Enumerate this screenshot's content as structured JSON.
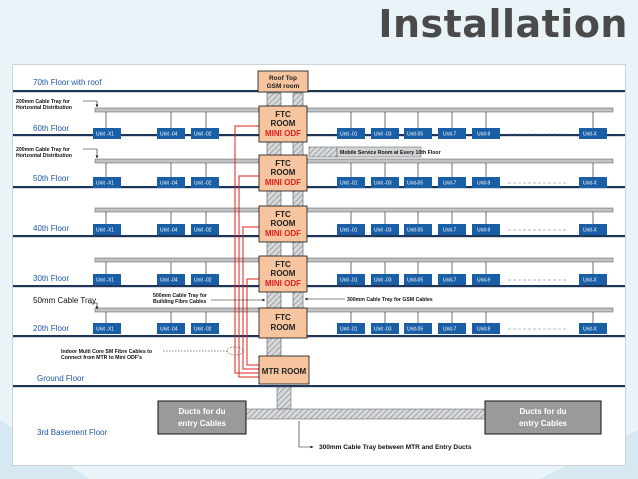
{
  "slide": {
    "title": "Installation"
  },
  "colors": {
    "floor_label": "#1f57a8",
    "unit_box": "#1a5fa6",
    "room_fill": "#f6c5a0",
    "odf_text": "#e0201b",
    "fibre_line": "#e0201b",
    "tray_fill": "#bfc3c6",
    "slab": "#1d3558",
    "duct_fill": "#9a9a9a"
  },
  "floors": {
    "f70": "70th Floor with roof",
    "f60": "60th Floor",
    "f50": "50th Floor",
    "f40": "40th Floor",
    "f30": "30th Floor",
    "f20": "20th Floor",
    "ground": "Ground Floor",
    "basement": "3rd Basement Floor",
    "tray_50": "50mm Cable Tray"
  },
  "notes": {
    "tray_200a_l1": "200mm Cable Tray for",
    "tray_200a_l2": "Horizontal Distribution",
    "tray_200b_l1": "200mm Cable Tray for",
    "tray_200b_l2": "Horizontal Distribution",
    "mobile_service": "Mobile Service Room at Every 10th Floor",
    "tray_500_l1": "500mm Cable Tray for",
    "tray_500_l2": "Building Fibre Cables",
    "tray_300_gsm": "300mm Cable Tray for GSM Cables",
    "indoor_l1": "Indoor Multi Core SM Fibre Cables to",
    "indoor_l2": "Connect from MTR to Mini ODF's",
    "tray_300_mtr": "300mm Cable Tray between MTR and Entry Ducts"
  },
  "rooms": {
    "roof_l1": "Roof Top",
    "roof_l2": "GSM room",
    "ftc_l1": "FTC",
    "ftc_l2": "ROOM",
    "mini_odf": "MINI ODF",
    "mtr": "MTR  ROOM"
  },
  "ducts": {
    "left_l1": "Ducts for du",
    "left_l2": "entry Cables",
    "right_l1": "Ducts for du",
    "right_l2": "entry Cables"
  },
  "units": {
    "u1": "Unit -X1",
    "u4": "Unit -04",
    "u2": "Unit -02",
    "u01": "Unit -01",
    "u03": "Unit -03",
    "u05": "Unit-05",
    "u7": "Unit-7",
    "u9": "Unit-9",
    "ux": "Unit-X"
  }
}
